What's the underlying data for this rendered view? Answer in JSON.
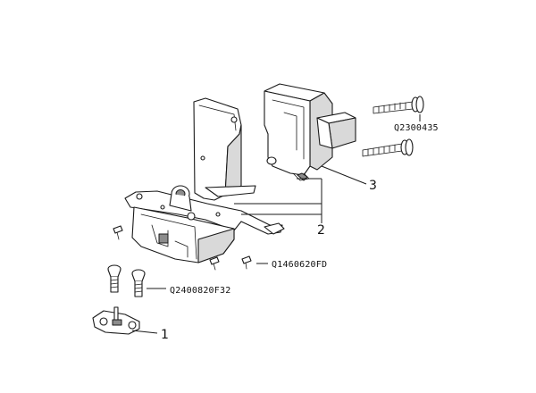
{
  "callouts": {
    "item_1": "1",
    "item_2": "2",
    "item_3": "3"
  },
  "part_numbers": {
    "long_screw_top": "Q2300435",
    "small_screw": "Q1460620FD",
    "countersunk_screws": "Q2400820F32"
  },
  "colors": {
    "line": "#1a1a1a",
    "fill": "#ffffff",
    "shade": "#d9d9d9"
  }
}
